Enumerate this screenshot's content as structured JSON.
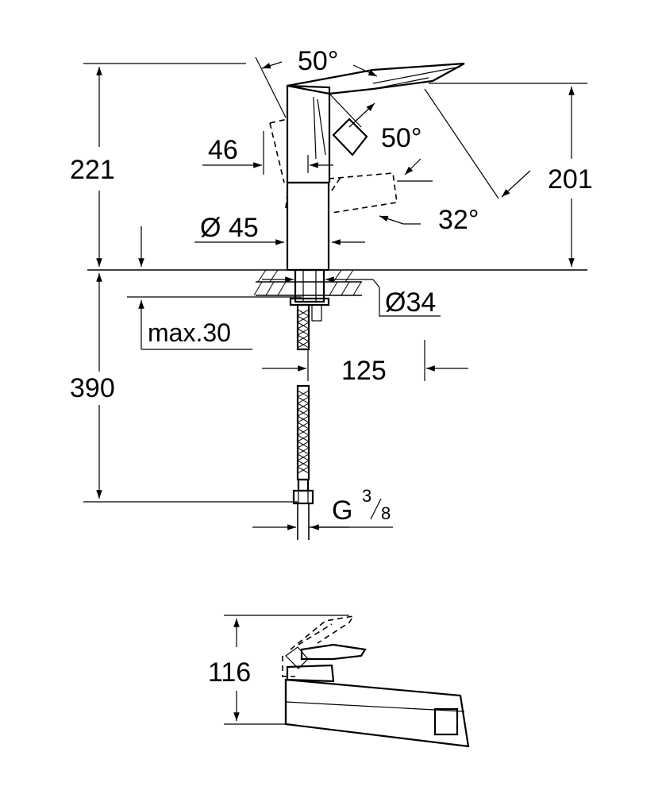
{
  "diagram": {
    "dimensions": {
      "height_total": "221",
      "height_spout": "201",
      "below_deck_length": "390",
      "deck_thickness": "max.30",
      "reach": "125",
      "hole_diameter": "Ø34",
      "body_diameter": "Ø 45",
      "spout_offset": "46",
      "angle_top": "50°",
      "angle_lever": "50°",
      "angle_spout": "32°",
      "connection_g": "G",
      "connection_num": "3",
      "connection_den": "8",
      "side_height": "116"
    }
  }
}
